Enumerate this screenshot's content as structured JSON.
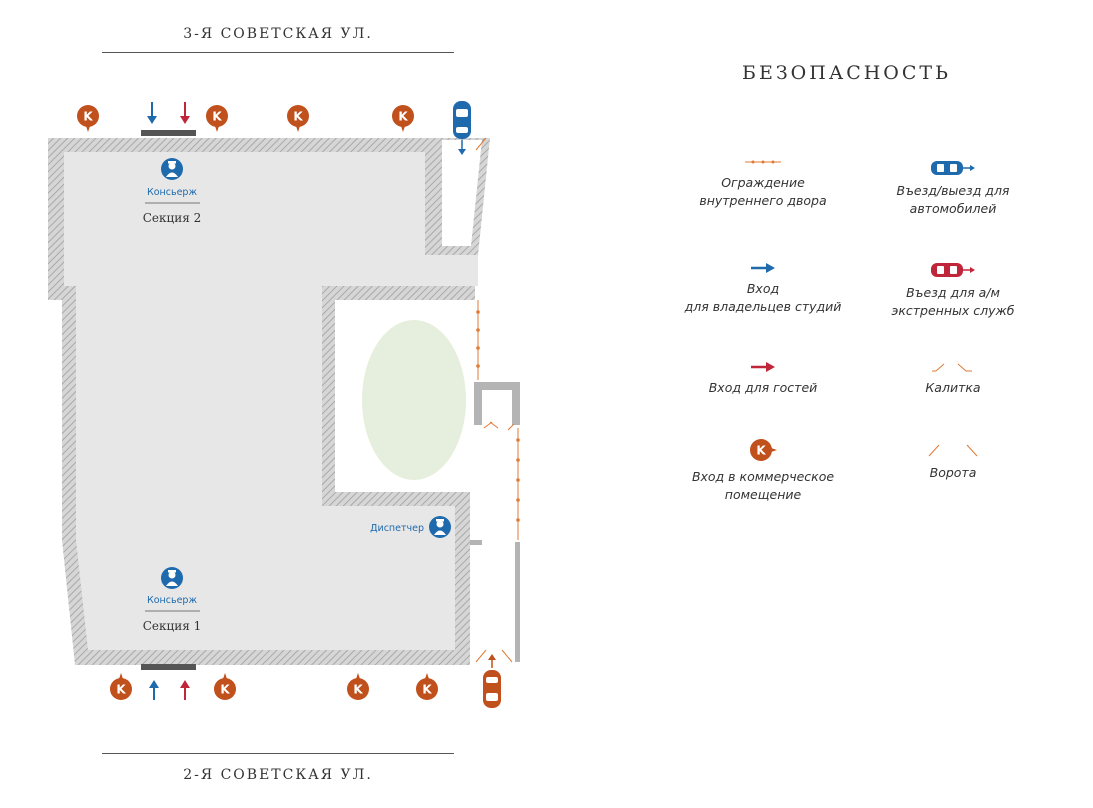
{
  "streets": {
    "top": "3-Я СОВЕТСКАЯ УЛ.",
    "bottom": "2-Я СОВЕТСКАЯ УЛ."
  },
  "plan": {
    "concierge_label": "Консьерж",
    "dispatcher_label": "Диспетчер",
    "section_1": "Секция 1",
    "section_2": "Секция 2",
    "commercial_marker": "K"
  },
  "legend": {
    "title": "БЕЗОПАСНОСТЬ",
    "items": [
      {
        "icon": "fence-line-icon",
        "line1": "Ограждение",
        "line2": "внутреннего двора"
      },
      {
        "icon": "car-entry-icon",
        "line1": "Въезд/выезд для",
        "line2": "автомобилей"
      },
      {
        "icon": "owner-entry-arrow-icon",
        "line1": "Вход",
        "line2": "для владельцев студий"
      },
      {
        "icon": "emergency-car-icon",
        "line1": "Въезд для а/м",
        "line2": "экстренных служб"
      },
      {
        "icon": "guest-entry-arrow-icon",
        "line1": "Вход для гостей",
        "line2": ""
      },
      {
        "icon": "wicket-gate-icon",
        "line1": "Калитка",
        "line2": ""
      },
      {
        "icon": "commercial-entry-icon",
        "line1": "Вход в коммерческое",
        "line2": "помещение",
        "marker": "K"
      },
      {
        "icon": "gate-icon",
        "line1": "Ворота",
        "line2": ""
      }
    ]
  },
  "colors": {
    "building": "#e7e7e7",
    "hatch": "#b4b4b4",
    "blue": "#1e6aad",
    "red": "#c0263a",
    "orange": "#c0501c",
    "fence": "#e07a34",
    "garden": "#e6eedd"
  }
}
